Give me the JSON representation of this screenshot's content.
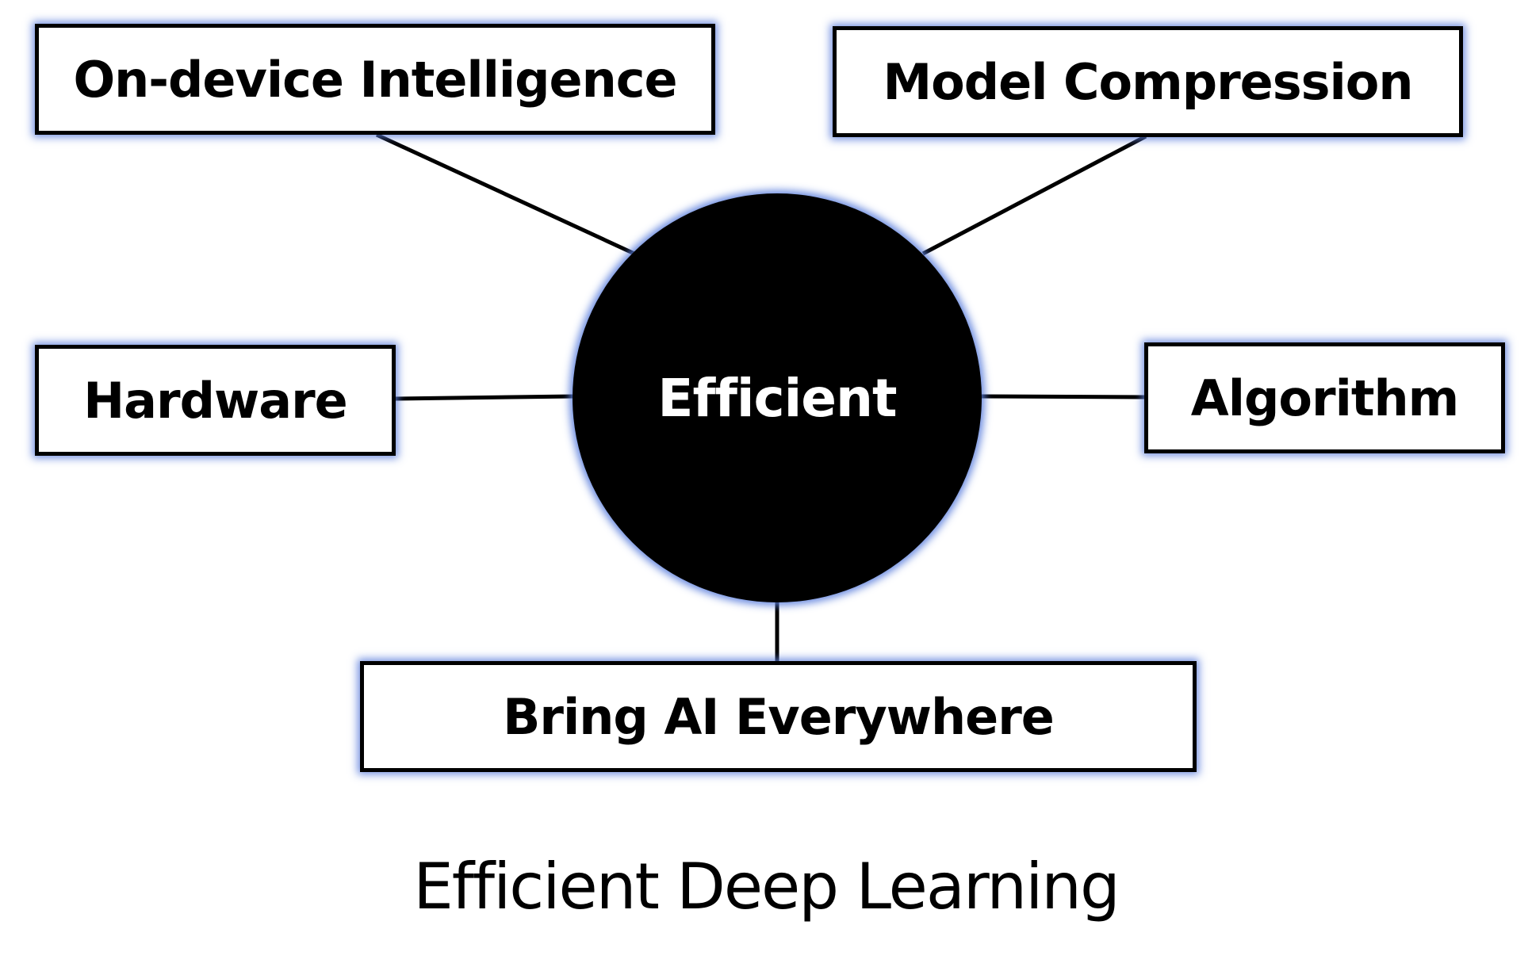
{
  "diagram": {
    "center": {
      "label": "Efficient"
    },
    "nodes": [
      {
        "id": "on-device",
        "label": "On-device Intelligence"
      },
      {
        "id": "model-compression",
        "label": "Model Compression"
      },
      {
        "id": "hardware",
        "label": "Hardware"
      },
      {
        "id": "algorithm",
        "label": "Algorithm"
      },
      {
        "id": "bring-ai",
        "label": "Bring AI Everywhere"
      }
    ],
    "caption": "Efficient Deep Learning"
  },
  "colors": {
    "glow": "#5a7ddc",
    "center_fill": "#000000",
    "box_fill": "#ffffff",
    "border": "#000000"
  }
}
